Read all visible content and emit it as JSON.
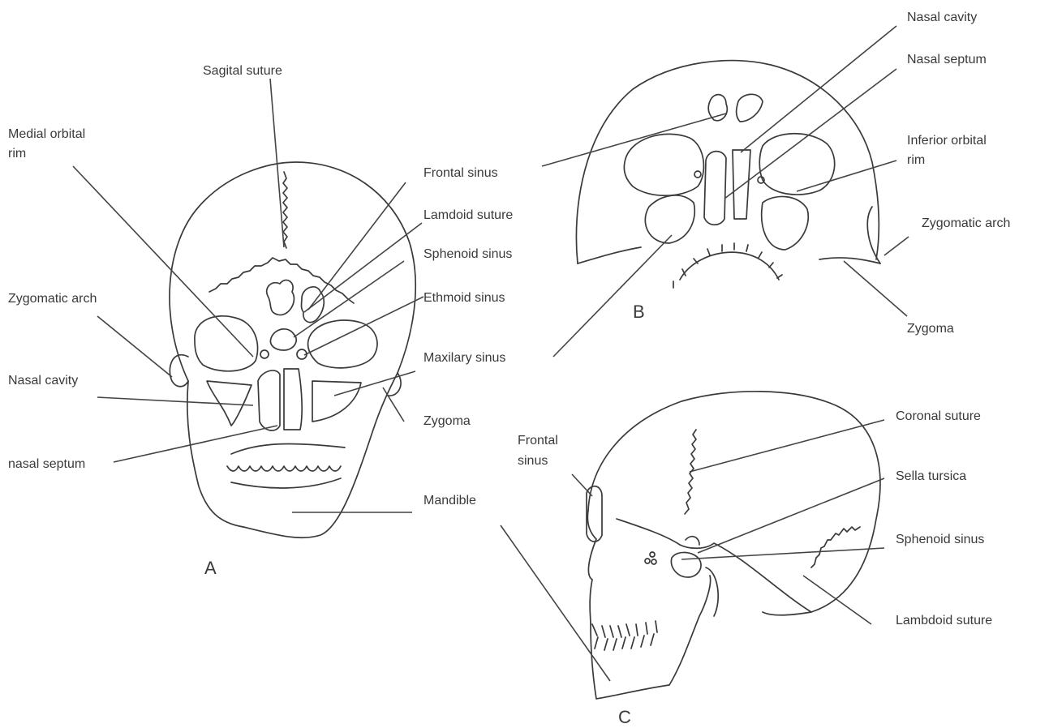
{
  "panels": {
    "a": {
      "letter": "A"
    },
    "b": {
      "letter": "B"
    },
    "c": {
      "letter": "C"
    }
  },
  "labels": {
    "a_sagital_suture": "Sagital suture",
    "a_medial_orbital_rim_1": "Medial orbital",
    "a_medial_orbital_rim_2": "rim",
    "a_frontal_sinus": "Frontal sinus",
    "a_lamdoid_suture": "Lamdoid suture",
    "a_sphenoid_sinus": "Sphenoid sinus",
    "a_ethmoid_sinus": "Ethmoid sinus",
    "a_zygomatic_arch": "Zygomatic arch",
    "a_maxilary_sinus": "Maxilary sinus",
    "a_nasal_cavity": "Nasal cavity",
    "a_zygoma": "Zygoma",
    "a_nasal_septum": "nasal septum",
    "a_mandible": "Mandible",
    "b_nasal_cavity": "Nasal cavity",
    "b_nasal_septum": "Nasal septum",
    "b_inferior_orbital_rim_1": "Inferior orbital",
    "b_inferior_orbital_rim_2": "rim",
    "b_zygomatic_arch": "Zygomatic arch",
    "b_zygoma": "Zygoma",
    "c_coronal_suture": "Coronal suture",
    "c_frontal_sinus_1": "Frontal",
    "c_frontal_sinus_2": "sinus",
    "c_sella_tursica": "Sella tursica",
    "c_sphenoid_sinus": "Sphenoid sinus",
    "c_lambdoid_suture": "Lambdoid suture"
  }
}
